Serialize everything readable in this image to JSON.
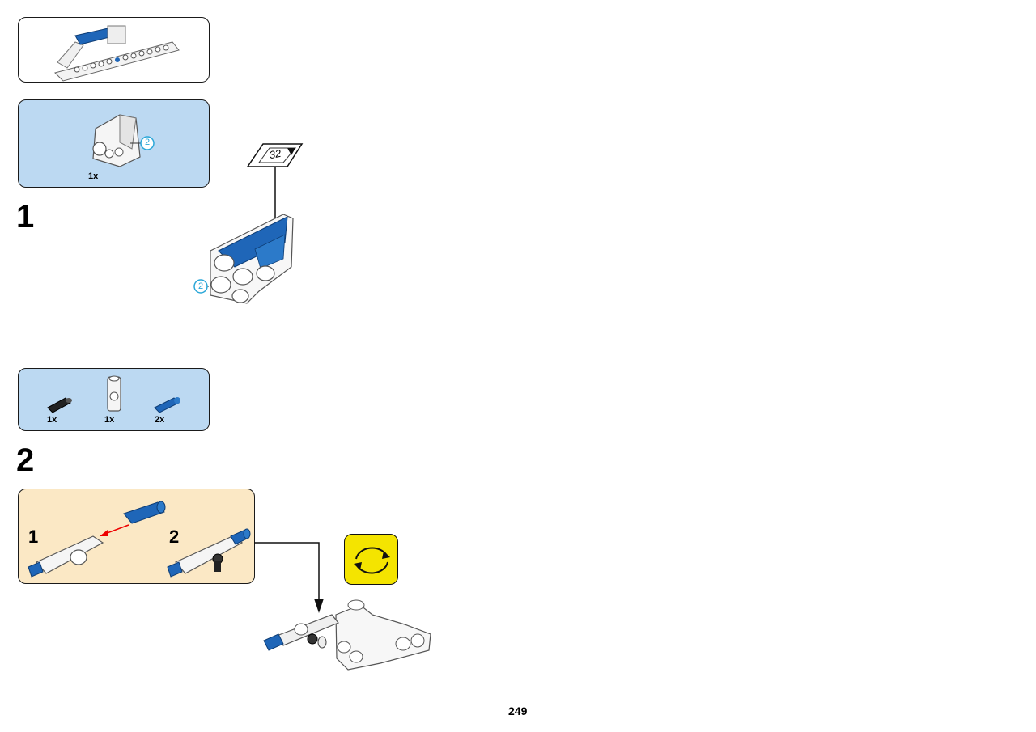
{
  "page": {
    "number": "249"
  },
  "colors": {
    "blue_part": "#1f66b8",
    "light_blue_bg": "#bcd9f2",
    "cream_bg": "#fbe8c5",
    "yellow_rotate": "#f4e400",
    "callout_cyan": "#2aa7d8"
  },
  "step1": {
    "number": "1",
    "parts_list": [
      {
        "qty": "1x",
        "part": "white-connector-icon",
        "callout": "2"
      }
    ],
    "model_callout": "2",
    "sticker_number": "32"
  },
  "step2": {
    "number": "2",
    "parts_list": [
      {
        "qty": "1x",
        "part": "black-pin-icon"
      },
      {
        "qty": "1x",
        "part": "white-axle-connector-icon"
      },
      {
        "qty": "2x",
        "part": "blue-pin-icon"
      }
    ],
    "substeps": [
      {
        "number": "1"
      },
      {
        "number": "2"
      }
    ],
    "rotate_icon": "rotate-model-icon"
  }
}
